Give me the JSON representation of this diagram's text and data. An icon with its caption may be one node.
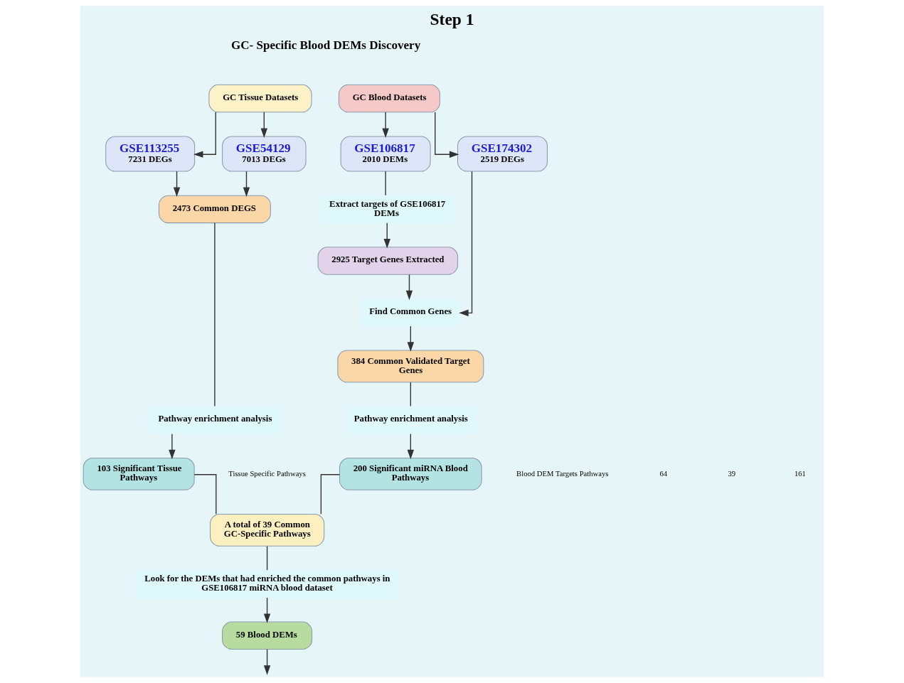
{
  "diagram": {
    "title": "Step 1",
    "nodes": [
      {
        "text": [
          "GC Tissue Datasets"
        ]
      },
      {
        "text": [
          "GSE113255",
          "7231 DEGs"
        ]
      },
      {
        "text": [
          "GSE54129",
          "7013 DEGs"
        ]
      },
      {
        "text": [
          "GC Blood Datasets"
        ]
      },
      {
        "text": [
          "GSE106817",
          "2010 DEMs"
        ]
      },
      {
        "text": [
          "GSE174302",
          "2519 DEGs"
        ]
      },
      {
        "text": [
          "Extract targets of GSE106817 DEMs"
        ]
      },
      {
        "text": [
          "2925 Target Genes Extracted"
        ]
      },
      {
        "text": [
          "Find Common Genes"
        ]
      },
      {
        "text": [
          "2473 Common DEGS"
        ]
      },
      {
        "text": [
          "Pathway enrichment analysis"
        ]
      },
      {
        "text": [
          "103 Significant Tissue Pathways"
        ]
      },
      {
        "text": [
          "384 Common Validated Target Genes"
        ]
      },
      {
        "text": [
          "Pathway enrichment analysis"
        ]
      },
      {
        "text": [
          "200 Significant miRNA Blood Pathways"
        ]
      },
      {
        "text": [
          "A total of 39 Common GC-Specific Pathways"
        ]
      },
      {
        "text": [
          "Look for the DEMs that had enriched the common pathways in GSE106817 miRNA blood dataset"
        ]
      },
      {
        "text": [
          "59 Blood DEMs"
        ]
      }
    ],
    "edges": [
      {
        "from": 0,
        "to": 1,
        "arrow": "to"
      },
      {
        "from": 0,
        "to": 2,
        "arrow": "to"
      },
      {
        "from": 3,
        "to": 4,
        "arrow": "to"
      },
      {
        "from": 3,
        "to": 5,
        "arrow": "to"
      },
      {
        "from": 4,
        "to": 6,
        "arrow": "none"
      },
      {
        "from": 6,
        "to": 7,
        "arrow": "to"
      },
      {
        "from": 7,
        "to": 8,
        "arrow": "to"
      },
      {
        "from": 5,
        "to": 8,
        "arrow": "to"
      },
      {
        "from": 1,
        "to": 9,
        "arrow": "to"
      },
      {
        "from": 2,
        "to": 9,
        "arrow": "to"
      },
      {
        "from": 8,
        "to": 12,
        "arrow": "to"
      },
      {
        "from": 9,
        "to": 10,
        "arrow": "none"
      },
      {
        "from": 10,
        "to": 11,
        "arrow": "to"
      },
      {
        "from": 12,
        "to": 13,
        "arrow": "none"
      },
      {
        "from": 13,
        "to": 14,
        "arrow": "to"
      },
      {
        "from": 11,
        "to": 15,
        "arrow": "none"
      },
      {
        "from": 14,
        "to": 15,
        "arrow": "none"
      },
      {
        "from": 15,
        "to": 16,
        "arrow": "none"
      },
      {
        "from": 16,
        "to": 17,
        "arrow": "to"
      },
      {
        "from": 17,
        "to": null,
        "arrow": "to"
      }
    ],
    "labels": [
      "GC- Specific Blood DEMs Discovery",
      "Tissue Specific Pathways",
      "Blood DEM Targets Pathways",
      "64",
      "39",
      "161"
    ]
  }
}
